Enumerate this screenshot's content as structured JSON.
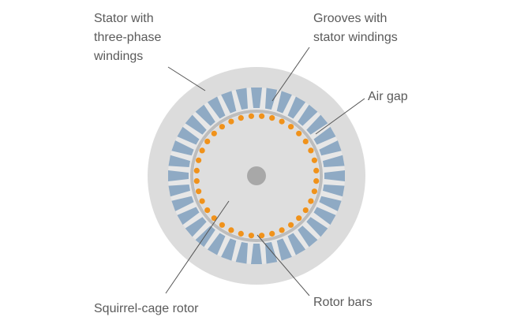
{
  "labels": {
    "stator": "Stator with\nthree-phase\nwindings",
    "grooves": "Grooves with\nstator windings",
    "air_gap": "Air gap",
    "rotor": "Squirrel-cage rotor",
    "rotor_bars": "Rotor bars"
  },
  "components": {
    "stator_slot_count": 36,
    "rotor_bar_count": 36
  },
  "colors": {
    "stator_outer": "#dcdcdc",
    "stator_inner": "#e7e7e7",
    "slot": "#8faac4",
    "air_gap": "#bdbdbd",
    "rotor": "#dedede",
    "rotor_bar": "#f0921b",
    "shaft": "#a8a8a8",
    "leader_line": "#555555",
    "label_text": "#5a5a5a"
  }
}
